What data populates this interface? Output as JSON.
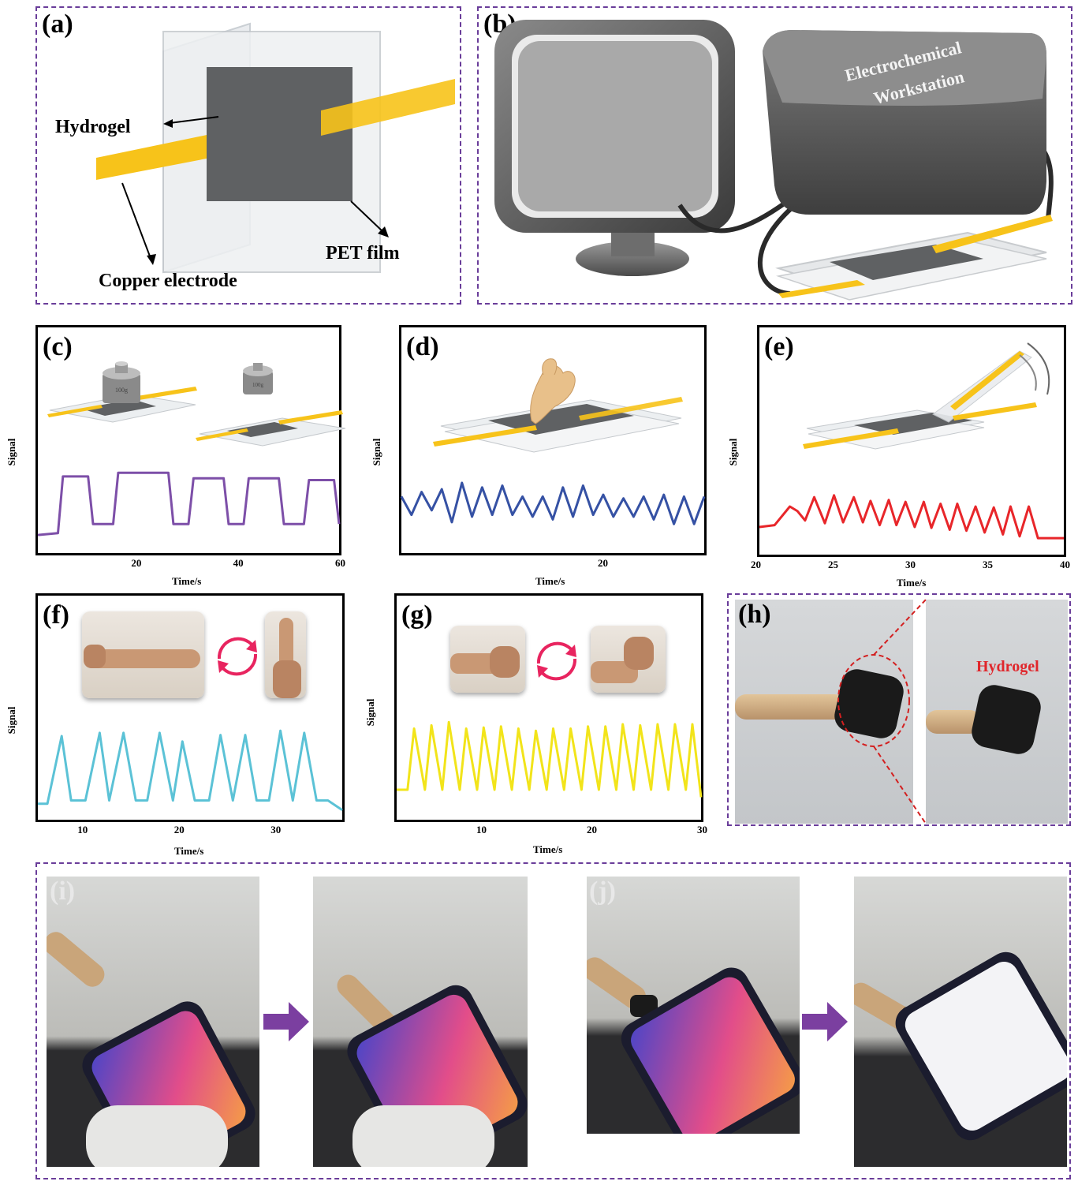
{
  "panels": {
    "a": {
      "label": "(a)",
      "hydrogel": "Hydrogel",
      "pet": "PET film",
      "copper": "Copper electrode"
    },
    "b": {
      "label": "(b)",
      "device_line1": "Electrochemical",
      "device_line2": "Workstation"
    },
    "c": {
      "label": "(c)",
      "weight_text": "100g"
    },
    "d": {
      "label": "(d)"
    },
    "e": {
      "label": "(e)"
    },
    "f": {
      "label": "(f)"
    },
    "g": {
      "label": "(g)"
    },
    "h": {
      "label": "(h)",
      "hydrogel": "Hydrogel"
    },
    "i": {
      "label": "(i)"
    },
    "j": {
      "label": "(j)"
    }
  },
  "colors": {
    "frame": "#6a3d9a",
    "copper": "#f7c31a",
    "hydrogel": "#6b6b6b",
    "arrow": "#7b3fa0",
    "cycle": "#e8245f"
  },
  "chart_data": [
    {
      "panel": "c",
      "type": "line",
      "xlabel": "Time/s",
      "ylabel": "Signal",
      "xlim": [
        0,
        60
      ],
      "xticks": [
        "20",
        "40",
        "60"
      ],
      "color": "#7d4fa8",
      "series": [
        {
          "x": [
            0,
            4,
            5,
            10,
            11,
            15,
            16,
            26,
            27,
            30,
            31,
            37,
            38,
            41,
            42,
            48,
            49,
            53,
            54,
            59,
            60
          ],
          "values": [
            0.18,
            0.2,
            0.82,
            0.82,
            0.3,
            0.3,
            0.86,
            0.86,
            0.3,
            0.3,
            0.8,
            0.8,
            0.3,
            0.3,
            0.8,
            0.8,
            0.3,
            0.3,
            0.78,
            0.78,
            0.3
          ]
        }
      ]
    },
    {
      "panel": "d",
      "type": "line",
      "xlabel": "Time/s",
      "ylabel": "Signal",
      "xlim": [
        0,
        30
      ],
      "xticks": [
        "20"
      ],
      "color": "#3551a4",
      "series": [
        {
          "x": [
            0,
            1,
            2,
            3,
            4,
            5,
            6,
            7,
            8,
            9,
            10,
            11,
            12,
            13,
            14,
            15,
            16,
            17,
            18,
            19,
            20,
            21,
            22,
            23,
            24,
            25,
            26,
            27,
            28,
            29,
            30
          ],
          "values": [
            0.6,
            0.4,
            0.65,
            0.45,
            0.68,
            0.32,
            0.75,
            0.38,
            0.7,
            0.4,
            0.72,
            0.4,
            0.6,
            0.38,
            0.6,
            0.35,
            0.7,
            0.38,
            0.72,
            0.4,
            0.62,
            0.38,
            0.58,
            0.38,
            0.6,
            0.35,
            0.62,
            0.3,
            0.6,
            0.3,
            0.6
          ]
        }
      ]
    },
    {
      "panel": "e",
      "type": "line",
      "xlabel": "Time/s",
      "ylabel": "Signal",
      "xlim": [
        20,
        40
      ],
      "xticks": [
        "20",
        "25",
        "30",
        "35",
        "40"
      ],
      "color": "#e8262a",
      "series": [
        {
          "x": [
            20,
            21,
            22,
            22.5,
            23,
            23.6,
            24.3,
            24.9,
            25.5,
            26.2,
            26.8,
            27.3,
            27.9,
            28.5,
            29.0,
            29.6,
            30.2,
            30.8,
            31.3,
            31.9,
            32.5,
            33.0,
            33.6,
            34.2,
            34.8,
            35.4,
            36.0,
            36.5,
            37.1,
            37.7,
            38.3,
            39,
            40
          ],
          "values": [
            0.28,
            0.3,
            0.5,
            0.45,
            0.35,
            0.6,
            0.32,
            0.62,
            0.33,
            0.6,
            0.33,
            0.56,
            0.3,
            0.57,
            0.3,
            0.55,
            0.28,
            0.55,
            0.27,
            0.53,
            0.25,
            0.53,
            0.24,
            0.5,
            0.22,
            0.49,
            0.2,
            0.5,
            0.18,
            0.5,
            0.16,
            0.16,
            0.16
          ]
        }
      ]
    },
    {
      "panel": "f",
      "type": "line",
      "xlabel": "Time/s",
      "ylabel": "Signal",
      "xlim": [
        5,
        37
      ],
      "xticks": [
        "10",
        "20",
        "30"
      ],
      "color": "#5bc2d6",
      "series": [
        {
          "x": [
            5,
            6,
            7.5,
            8.5,
            10,
            11.5,
            12.5,
            14,
            15.3,
            16.5,
            17.8,
            19.2,
            20.2,
            21.5,
            23,
            24.2,
            25.5,
            26.8,
            28,
            29.3,
            30.5,
            31.8,
            33,
            34.3,
            35.5,
            37
          ],
          "values": [
            0.12,
            0.12,
            0.75,
            0.15,
            0.15,
            0.78,
            0.15,
            0.78,
            0.15,
            0.15,
            0.78,
            0.15,
            0.7,
            0.15,
            0.15,
            0.76,
            0.15,
            0.76,
            0.15,
            0.15,
            0.8,
            0.15,
            0.78,
            0.15,
            0.15,
            0.06
          ]
        }
      ]
    },
    {
      "panel": "g",
      "type": "line",
      "xlabel": "Time/s",
      "ylabel": "Signal",
      "xlim": [
        2,
        30
      ],
      "xticks": [
        "10",
        "20",
        "30"
      ],
      "color": "#f2e41a",
      "series": [
        {
          "x": [
            2,
            3,
            3.6,
            4.6,
            5.2,
            6.2,
            6.8,
            7.8,
            8.4,
            9.4,
            10,
            11,
            11.6,
            12.6,
            13.2,
            14.2,
            14.8,
            15.8,
            16.4,
            17.4,
            18,
            19,
            19.6,
            20.6,
            21.2,
            22.2,
            22.8,
            23.8,
            24.4,
            25.4,
            26,
            27,
            27.6,
            28.6,
            29.2,
            30
          ],
          "values": [
            0.25,
            0.25,
            0.82,
            0.25,
            0.85,
            0.25,
            0.88,
            0.25,
            0.82,
            0.25,
            0.83,
            0.25,
            0.84,
            0.25,
            0.82,
            0.25,
            0.8,
            0.25,
            0.82,
            0.25,
            0.82,
            0.25,
            0.84,
            0.25,
            0.84,
            0.25,
            0.86,
            0.25,
            0.85,
            0.25,
            0.86,
            0.25,
            0.86,
            0.25,
            0.86,
            0.18
          ]
        }
      ]
    }
  ]
}
